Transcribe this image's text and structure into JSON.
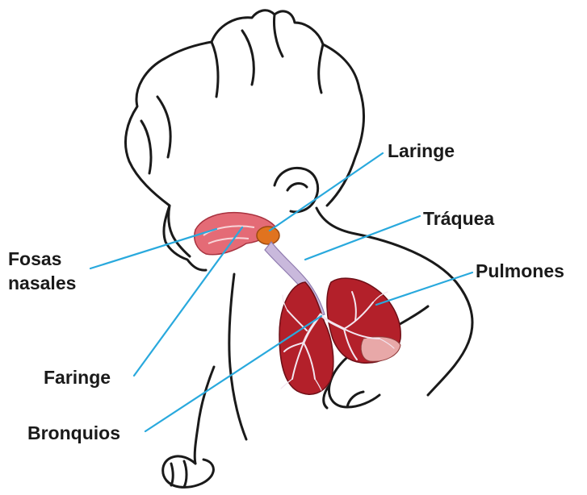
{
  "labels": {
    "laringe": "Laringe",
    "traquea": "Tráquea",
    "pulmones": "Pulmones",
    "fosas_line1": "Fosas",
    "fosas_line2": "nasales",
    "faringe": "Faringe",
    "bronquios": "Bronquios"
  },
  "colors": {
    "outline": "#1a1a1a",
    "leader_line": "#29a9dd",
    "lung": "#b3202a",
    "lung_highlight": "#e45a6a",
    "airway": "#c9b9dc",
    "nasal": "#e46b76",
    "larynx": "#e0731f"
  }
}
